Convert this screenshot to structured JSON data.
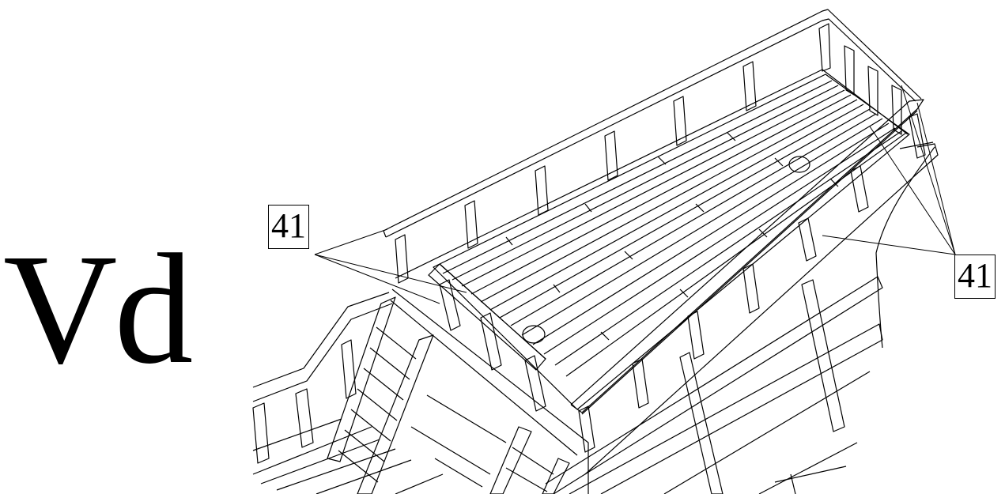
{
  "view_label": "Vd",
  "callouts": {
    "left": "41",
    "right": "41"
  },
  "colors": {
    "line": "#000000",
    "background": "#ffffff"
  }
}
